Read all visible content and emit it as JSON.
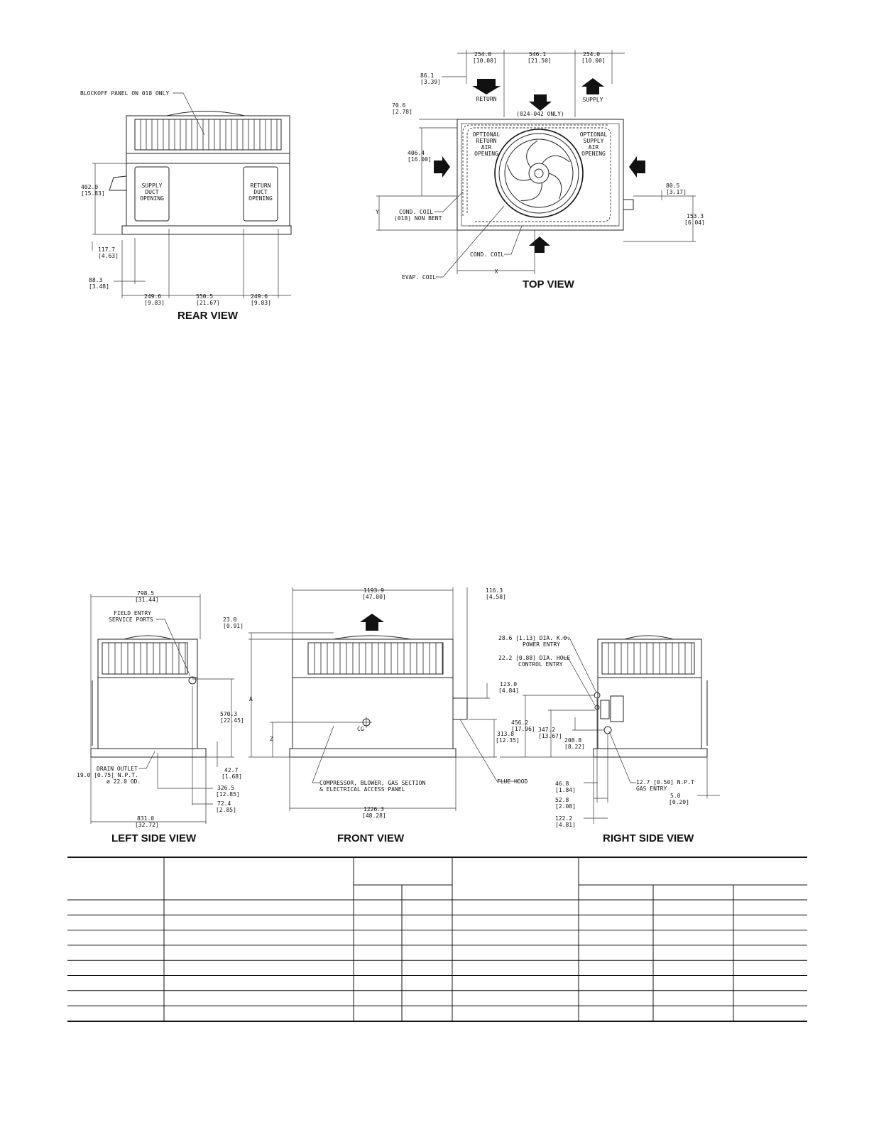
{
  "rear_view": {
    "title": "REAR VIEW",
    "callout_blockoff": "BLOCKOFF PANEL ON 018 ONLY",
    "supply_opening": [
      "SUPPLY",
      "DUCT",
      "OPENING"
    ],
    "return_opening": [
      "RETURN",
      "DUCT",
      "OPENING"
    ],
    "dims": {
      "height_mm": "402.0",
      "height_in": "[15.83]",
      "base_mm": "117.7",
      "base_in": "[4.63]",
      "left_mm": "88.3",
      "left_in": "[3.48]",
      "w1_mm": "249.6",
      "w1_in": "[9.83]",
      "w2_mm": "550.5",
      "w2_in": "[21.67]",
      "w3_mm": "249.6",
      "w3_in": "[9.83]"
    }
  },
  "top_view": {
    "title": "TOP VIEW",
    "return_label": "RETURN",
    "supply_label": "SUPPLY",
    "center_label": "(024-042 ONLY)",
    "opt_return": [
      "OPTIONAL",
      "RETURN",
      "AIR",
      "OPENING"
    ],
    "opt_supply": [
      "OPTIONAL",
      "SUPPLY",
      "AIR",
      "OPENING"
    ],
    "cond_coil_018": [
      "COND. COIL",
      "(018) NON BENT"
    ],
    "cond_coil": "COND. COIL",
    "evap_coil": "EVAP. COIL",
    "x_label": "X",
    "y_label": "Y",
    "dims": {
      "d254a_mm": "254.0",
      "d254a_in": "[10.00]",
      "d546_mm": "546.1",
      "d546_in": "[21.50]",
      "d254b_mm": "254.0",
      "d254b_in": "[10.00]",
      "d86_mm": "86.1",
      "d86_in": "[3.39]",
      "d70_mm": "70.6",
      "d70_in": "[2.78]",
      "d406_mm": "406.4",
      "d406_in": "[16.00]",
      "d80_mm": "80.5",
      "d80_in": "[3.17]",
      "d153_mm": "153.3",
      "d153_in": "[6.04]"
    }
  },
  "left_side_view": {
    "title": "LEFT SIDE VIEW",
    "field_entry": [
      "FIELD ENTRY",
      "SERVICE PORTS"
    ],
    "drain": [
      "DRAIN OUTLET",
      "19.0 [0.75] N.P.T.",
      "ø 22.0 OD."
    ],
    "dims": {
      "w798_mm": "798.5",
      "w798_in": "[31.44]",
      "h570_mm": "570.3",
      "h570_in": "[22.45]",
      "d42_mm": "42.7",
      "d42_in": "[1.68]",
      "d326_mm": "326.5",
      "d326_in": "[12.85]",
      "d72_mm": "72.4",
      "d72_in": "[2.85]",
      "w831_mm": "831.0",
      "w831_in": "[32.72]"
    }
  },
  "front_view": {
    "title": "FRONT VIEW",
    "access_panel": [
      "COMPRESSOR, BLOWER, GAS SECTION",
      "& ELECTRICAL ACCESS PANEL"
    ],
    "flue_hood": "FLUE HOOD",
    "cg_label": "CG",
    "a_label": "A",
    "z_label": "Z",
    "dims": {
      "w1193_mm": "1193.9",
      "w1193_in": "[47.00]",
      "d116_mm": "116.3",
      "d116_in": "[4.58]",
      "d23_mm": "23.0",
      "d23_in": "[0.91]",
      "d123_mm": "123.0",
      "d123_in": "[4.84]",
      "d313_mm": "313.8",
      "d313_in": "[12.35]",
      "w1226_mm": "1226.3",
      "w1226_in": "[48.28]"
    }
  },
  "right_side_view": {
    "title": "RIGHT SIDE VIEW",
    "power_entry": [
      "28.6 [1.13] DIA. K.O.",
      "POWER ENTRY"
    ],
    "control_entry": [
      "22.2 [0.88] DIA. HOLE",
      "CONTROL ENTRY"
    ],
    "gas_entry": [
      "12.7 [0.50] N.P.T",
      "GAS ENTRY"
    ],
    "dims": {
      "d456_mm": "456.2",
      "d456_in": "[17.96]",
      "d347_mm": "347.2",
      "d347_in": "[13.67]",
      "d208_mm": "208.8",
      "d208_in": "[8.22]",
      "d46_mm": "46.8",
      "d46_in": "[1.84]",
      "d52_mm": "52.8",
      "d52_in": "[2.08]",
      "d122_mm": "122.2",
      "d122_in": "[4.81]",
      "d5_mm": "5.0",
      "d5_in": "[0.20]"
    }
  },
  "table": {
    "rows": 8
  }
}
